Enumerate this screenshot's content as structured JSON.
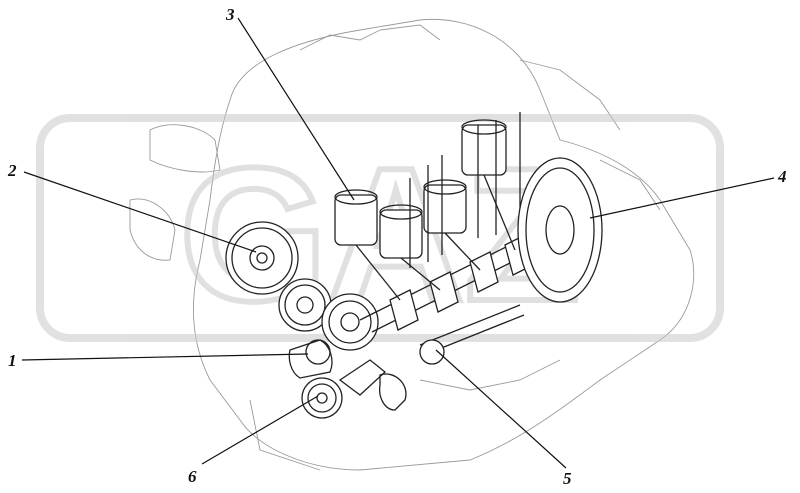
{
  "diagram": {
    "callouts": [
      {
        "id": "1",
        "label": "1"
      },
      {
        "id": "2",
        "label": "2"
      },
      {
        "id": "3",
        "label": "3"
      },
      {
        "id": "4",
        "label": "4"
      },
      {
        "id": "5",
        "label": "5"
      },
      {
        "id": "6",
        "label": "6"
      }
    ],
    "watermark": {
      "text": "GAZ"
    },
    "colors": {
      "line": "#222222",
      "ghost": "#9a9a9a",
      "watermark": "#c8c8c8"
    }
  }
}
